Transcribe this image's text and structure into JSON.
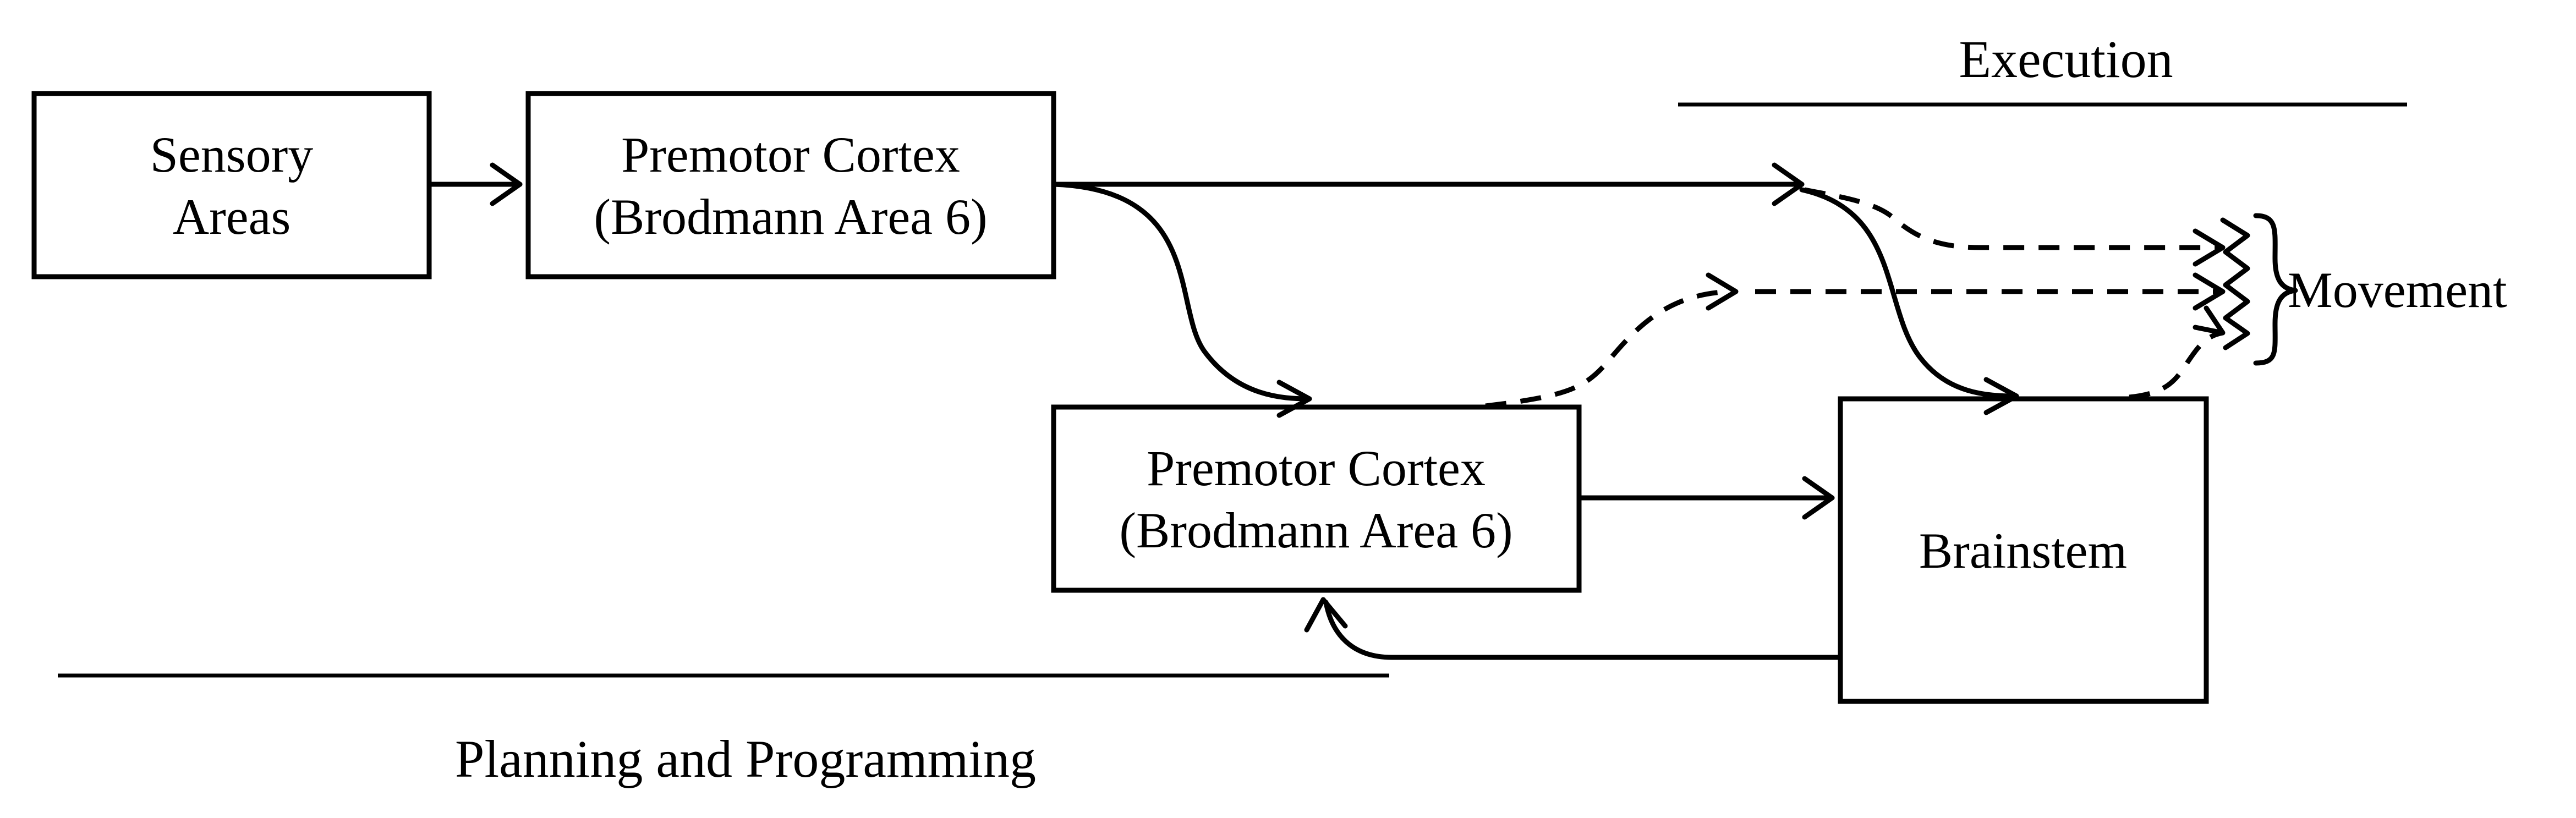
{
  "nodes": {
    "sensory": {
      "line1": "Sensory",
      "line2": "Areas"
    },
    "premotor_top": {
      "line1": "Premotor Cortex",
      "line2": "(Brodmann Area 6)"
    },
    "premotor_bottom": {
      "line1": "Premotor Cortex",
      "line2": "(Brodmann Area 6)"
    },
    "brainstem": {
      "label": "Brainstem"
    }
  },
  "output_label": "Movement",
  "phases": {
    "execution": "Execution",
    "planning": "Planning and Programming"
  }
}
